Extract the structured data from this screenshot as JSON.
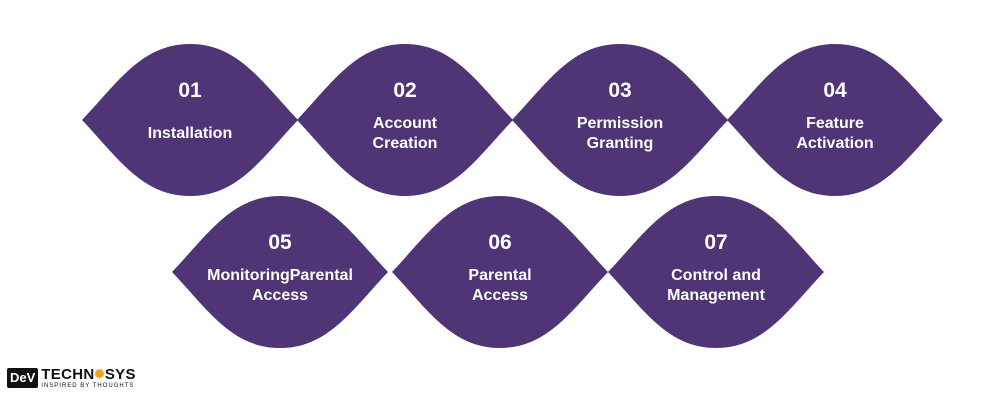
{
  "steps": [
    {
      "number": "01",
      "lines": [
        "Installation"
      ]
    },
    {
      "number": "02",
      "lines": [
        "Account",
        "Creation"
      ]
    },
    {
      "number": "03",
      "lines": [
        "Permission",
        "Granting"
      ]
    },
    {
      "number": "04",
      "lines": [
        "Feature",
        "Activation"
      ]
    },
    {
      "number": "05",
      "lines": [
        "MonitoringParental",
        "Access"
      ]
    },
    {
      "number": "06",
      "lines": [
        "Parental",
        "Access"
      ]
    },
    {
      "number": "07",
      "lines": [
        "Control and",
        "Management"
      ]
    }
  ],
  "colors": {
    "shape": "#4f3476",
    "text": "#ffffff",
    "accent": "#f0a020"
  },
  "logo": {
    "box_text": "DeV",
    "name_part1": "TECHN",
    "name_part2": "SYS",
    "icon": "gear-icon",
    "tagline": "INSPIRED BY THOUGHTS"
  }
}
